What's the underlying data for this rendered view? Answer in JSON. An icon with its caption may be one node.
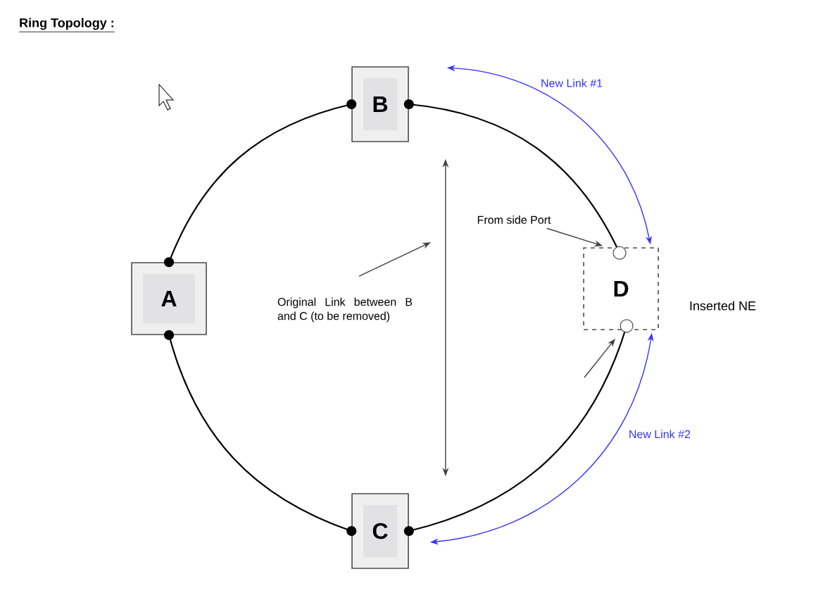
{
  "diagram": {
    "title": "Ring Topology :",
    "nodes": [
      {
        "text": [
          "B"
        ]
      },
      {
        "text": [
          "A"
        ]
      },
      {
        "text": [
          "C"
        ]
      },
      {
        "text": [
          "D"
        ],
        "beside": [
          "Inserted NE"
        ]
      },
      {
        "text": [
          "From side Port"
        ]
      },
      {
        "text": [
          "Original Link between B and C (to be removed)"
        ]
      }
    ],
    "edges": [
      {
        "from": 0,
        "to": 1,
        "arrow": "other"
      },
      {
        "from": 1,
        "to": 2,
        "arrow": "other"
      },
      {
        "from": 0,
        "to": 3,
        "arrow": "other"
      },
      {
        "from": 3,
        "to": 2,
        "arrow": "other"
      },
      {
        "from": 0,
        "to": 2,
        "arrow": "both"
      },
      {
        "from": 0,
        "to": 3,
        "arrow": "both",
        "label": "New Link #1",
        "color": "#3333ff"
      },
      {
        "from": 2,
        "to": 3,
        "arrow": "both",
        "label": "New Link #2",
        "color": "#3333ff"
      },
      {
        "from": 4,
        "to": 3,
        "arrow": "to"
      },
      {
        "from": 5,
        "to": null,
        "arrow": "to"
      },
      {
        "from": null,
        "to": 3,
        "arrow": "to"
      }
    ]
  }
}
